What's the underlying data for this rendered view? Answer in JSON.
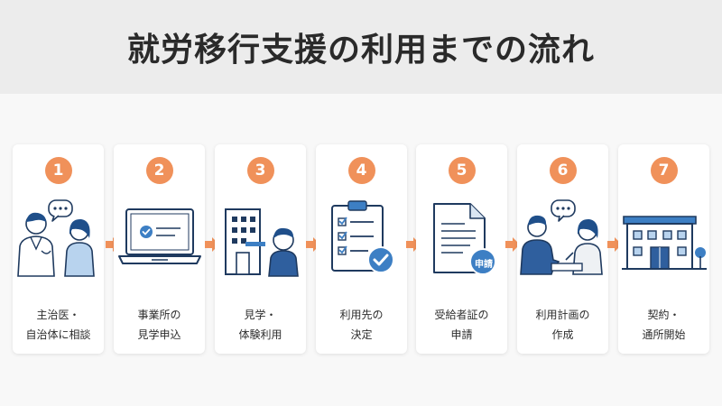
{
  "title": "就労移行支援の利用までの流れ",
  "colors": {
    "accent": "#f0915a",
    "navy": "#1f3a5f",
    "blue": "#3d7fc4",
    "light_blue": "#b8d3ee"
  },
  "steps": [
    {
      "number": "1",
      "line1": "主治医・",
      "line2": "自治体に相談",
      "icon": "consultation-icon"
    },
    {
      "number": "2",
      "line1": "事業所の",
      "line2": "見学申込",
      "icon": "laptop-icon"
    },
    {
      "number": "3",
      "line1": "見学・",
      "line2": "体験利用",
      "icon": "building-visit-icon"
    },
    {
      "number": "4",
      "line1": "利用先の",
      "line2": "決定",
      "icon": "checklist-icon"
    },
    {
      "number": "5",
      "line1": "受給者証の",
      "line2": "申請",
      "icon": "document-icon",
      "badge": "申請"
    },
    {
      "number": "6",
      "line1": "利用計画の",
      "line2": "作成",
      "icon": "meeting-icon"
    },
    {
      "number": "7",
      "line1": "契約・",
      "line2": "通所開始",
      "icon": "office-building-icon"
    }
  ]
}
